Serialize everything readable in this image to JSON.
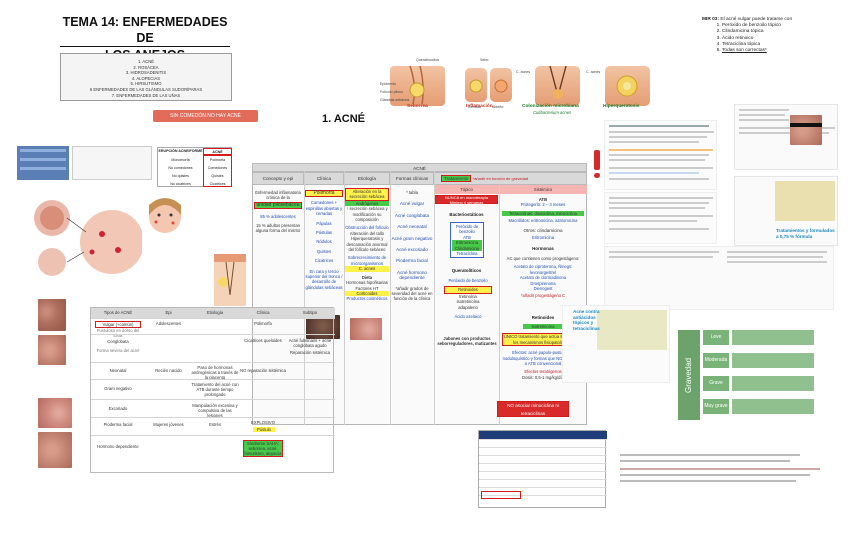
{
  "header": {
    "title_line1": "TEMA 14: ENFERMEDADES DE",
    "title_line2": "LOS ANEJOS"
  },
  "toc": [
    "1. ACNÉ",
    "2. ROSÁCEA",
    "3. HIDROSADENITIS",
    "4. ALOPECIAS",
    "5. HIRSUTISMO",
    "6 ENFERMEDADES DE LAS GLÁNDULAS SUDORÍPARAS",
    "7. ENFERMEDADES DE LAS UÑAS"
  ],
  "banner": "SIN COMEDÓN NO HAY ACNÉ",
  "acne_title": "1. ACNÉ",
  "stages": {
    "labels": [
      "Seborrea",
      "Inflamación",
      "Colonización microbiana",
      "Hiperqueratosis"
    ],
    "sublabel": "Cutibacterium acnes",
    "diagram_labels": [
      "Queratinocitos",
      "Epidermis",
      "Folículo piloso",
      "Glándula sebácea",
      "Cerrado",
      "Abierto",
      "Sebo",
      "C. acnes"
    ],
    "colors": {
      "seborrea": "#c53a2a",
      "inflamacion": "#c53a2a",
      "colonizacion": "#1d7a2a",
      "hiperqueratosis": "#1d7a2a"
    }
  },
  "main_table": {
    "top_header": "ACNÉ",
    "headers": [
      "Concepto y epi",
      "Clínica",
      "Etiología",
      "Formas clínicas",
      "Tratamiento"
    ],
    "treatment_note": "*añadir en función de gravedad",
    "treatment_sub": [
      "Tópico",
      "Sistémico"
    ],
    "concepto": {
      "text": "Enfermedad inflamatoria crónica de la",
      "highlight": "unidad pilosebácea",
      "stat1": "85 % adolescentes",
      "stat2": "15 % adultos presentan alguna forma del mismo"
    },
    "clinica": {
      "highlight": "Polimorfa",
      "items": [
        "Comedones + espinillas abiertas y cerradas",
        "Pápulas",
        "Pústulas",
        "Nódulos",
        "Quistes",
        "Cicatrices"
      ],
      "note": "En cara y tercio superior del tronco / desarrollo de glándulas sebáceas"
    },
    "etiologia": {
      "items": [
        "Alteración en la secreción sebácea",
        "Andrógenos",
        "↑ secreción sebácea y modificación su composición",
        "Obstrucción del folículo",
        "Alteración del tallo",
        "Hiperqueratosis y descamación anormal del folículo sebáceo",
        "Sobrecrecimiento de microorganismos",
        "C. acnes",
        "Dieta",
        "Hormonas hipofisarias",
        "Factores HT",
        "Corticoides",
        "Productos cosméticos"
      ]
    },
    "formas": {
      "top": "* tabla",
      "items": [
        "Acné vulgar",
        "Acné conglobata",
        "Acné neonatal",
        "Acné gram negativo",
        "Acné excoriado",
        "Pioderma facial",
        "Acné hormono dependiente"
      ],
      "note": "*añadir grados de severidad del acné en función de la clínica"
    },
    "topico": {
      "bar": "NUNCA en monoterapia",
      "bar_sub": "Mínimo 4 semanas",
      "sections": [
        "Bacteriostáticos",
        "Queratolíticos",
        "Jabones con productos seborreguladores, matizantes"
      ],
      "bacterio_items": [
        "Peróxido de benzoilo",
        "ATB",
        "Eritromicina",
        "Clindamicina",
        "Tetraciclina"
      ],
      "querato_items": [
        "Peróxido de benzoilo",
        "Retinoides",
        "tretinoína",
        "isotretinoína",
        "adapaleno",
        "Ácido azelaico"
      ]
    },
    "sistemico": {
      "atb_title": "ATB",
      "atb_sub": "Protegerlo: 2 – 3 meses",
      "atb_items": [
        "Tetraciclinas: doxiciclina, minociclina",
        "Macrólidos: eritromicina, azitromicina",
        "Otros: clindamicina",
        "Eritromicina"
      ],
      "hormonas_title": "Hormonas",
      "hormonas_items": [
        "AC que contienen como progestágeno:",
        "Acetato de ciproterona, Ñinegs: levonorgestrel",
        "Acetato de clormadinona",
        "Drospirenona",
        "Dienogest",
        "*añadir progestágeno C"
      ],
      "retinoides_title": "Retinoides",
      "retinoides_items": [
        "Isotretinoína",
        "ÚNICO tratamiento que actúa sobre todos los mecanismos fisiopatológicos",
        "Efectos: acné papulo-pustuloso y noduloquístico y formas que NO responden a ATB convencional",
        "Efectos teratógenos",
        "Dosis: 0,5-1 mg/kg/día",
        "NO asociar minociclina ni tetraciclinas"
      ]
    }
  },
  "types_table": {
    "headers": [
      "Tipos de ACNÉ",
      "Epi",
      "Etiología",
      "Clínica",
      "Subtipo"
    ],
    "rows": [
      {
        "tipo": "Vulgar (+común)",
        "epi": "Adolescentes",
        "etiologia": "",
        "clinica": "Polimorfa",
        "subtipo": ""
      },
      {
        "tipo": "Conglobata",
        "epi": "",
        "etiologia": "",
        "clinica": "Cicatrices queloides",
        "subtipo": "Acné fulminans + acné conglobata agudo"
      },
      {
        "tipo": "Neonatal",
        "epi": "Recién nacido",
        "etiologia": "Paso de hormonas androgénicas a través de la placenta",
        "clinica": "NO reparación sistémica",
        "subtipo": ""
      },
      {
        "tipo": "Gram negativo",
        "epi": "",
        "etiologia": "Tratamiento del acné con ATB durante tiempo prolongado",
        "clinica": "",
        "subtipo": ""
      },
      {
        "tipo": "Excoriado",
        "epi": "",
        "etiologia": "Manipulación excesiva y compulsiva de las lesiones",
        "clinica": "",
        "subtipo": ""
      },
      {
        "tipo": "Pioderma facial",
        "epi": "Mujeres jóvenes",
        "etiologia": "Estrés",
        "clinica": "EXPLOSIVO",
        "subtipo": ""
      },
      {
        "tipo": "Hormono dependiente",
        "epi": "",
        "etiologia": "",
        "clinica": "Síndrome SAHA: seborrea, acné, hirsutismo, alopecia",
        "subtipo": ""
      }
    ],
    "extra": [
      "Pustuloso en dorso del tórax",
      "Forma severa del acné",
      "Nódulos, abscesos y fistulas",
      "Cicatrices",
      "Reparación sistémica",
      "Pústulo"
    ]
  },
  "gravity": {
    "label": "Gravedad",
    "levels": [
      "Leve",
      "Moderada",
      "Grave",
      "Muy grave"
    ]
  },
  "mir": {
    "title": "MIR 03:",
    "question": "El acné vulgar puede tratarse con",
    "options": [
      "Peróxido de benzoilo tópico",
      "Clindamicina tópica",
      "Ácido retinoico",
      "Tetraciclina tópica",
      "Todas son correctas*"
    ]
  },
  "notes": {
    "cyan1": "Tratamientos y formulados a 0,75 % fórmula",
    "cyan2": "Acne contra antiácidos tópicos y tetraciclinas"
  },
  "left_table": {
    "headers": [
      "ERUPCIÓN ACNEIFORME",
      "ACNÉ"
    ],
    "rows": [
      [
        "Monomorfa",
        "Polimorfa"
      ],
      [
        "No comedones",
        "Comedones"
      ],
      [
        "No quistes",
        "Quistes"
      ],
      [
        "No cicatrices",
        "Cicatrices"
      ]
    ]
  }
}
